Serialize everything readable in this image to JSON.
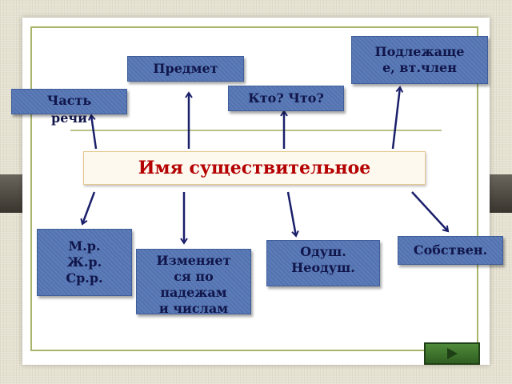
{
  "title": "Имя существительное",
  "boxes": {
    "part_of_speech": [
      "Часть",
      "речи"
    ],
    "subject": [
      "Подлежаще",
      "е, вт.член"
    ],
    "object": "Предмет",
    "question": "Кто? Что?",
    "gender": [
      "М.р.",
      "Ж.р.",
      "Ср.р."
    ],
    "changes": [
      "Изменяет",
      "ся по",
      "падежам",
      "и числам"
    ],
    "animacy": [
      "Одуш.",
      "Неодуш."
    ],
    "proper": "Собствен."
  },
  "colors": {
    "box_fill": "#5272b0",
    "box_text": "#10154a",
    "title_text": "#b40000",
    "arrow": "#1a1f6a"
  },
  "icons": {
    "next": "play-triangle-icon"
  }
}
